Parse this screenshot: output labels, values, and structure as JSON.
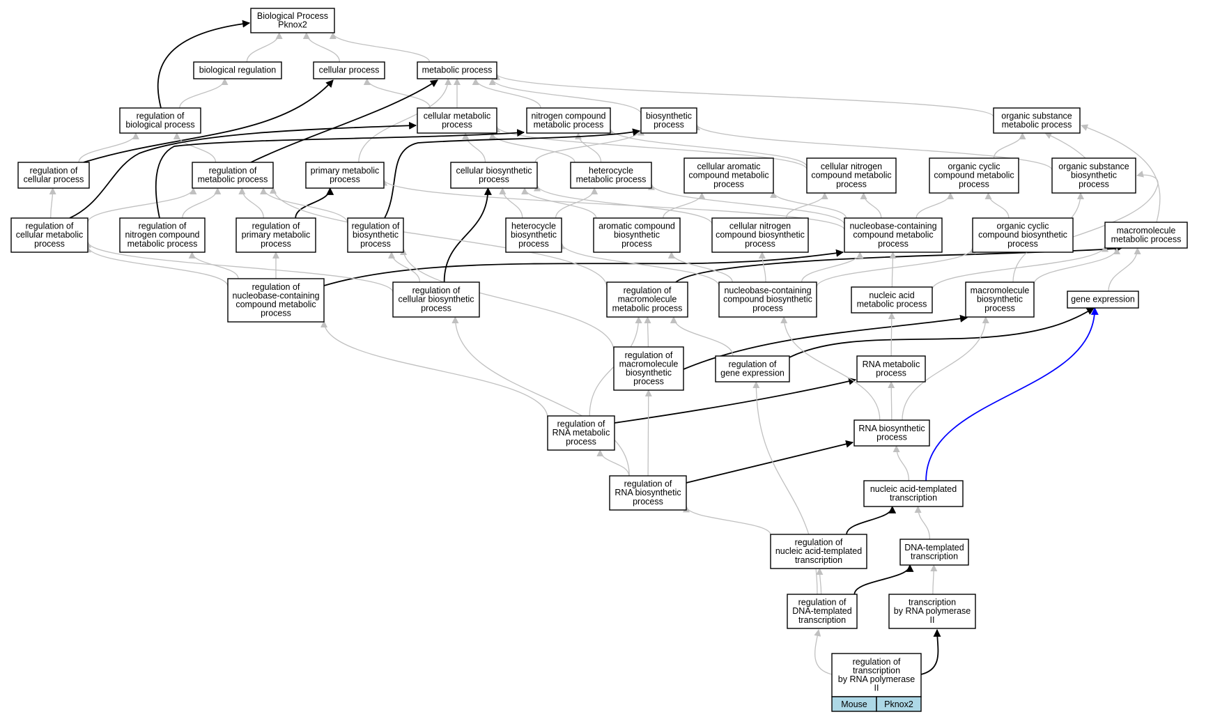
{
  "legend": {
    "species": "Mouse",
    "gene": "Pknox2",
    "fill": "#add8e6"
  },
  "colors": {
    "is_a": "#c0c0c0",
    "regulates": "#000000",
    "part_of": "#0000ff"
  },
  "nodes": [
    {
      "id": "n_bp",
      "lines": [
        "Biological Process",
        "Pknox2"
      ]
    },
    {
      "id": "n_breg",
      "lines": [
        "biological regulation"
      ]
    },
    {
      "id": "n_cp",
      "lines": [
        "cellular process"
      ]
    },
    {
      "id": "n_mp",
      "lines": [
        "metabolic process"
      ]
    },
    {
      "id": "n_rbp",
      "lines": [
        "regulation of",
        "biological process"
      ]
    },
    {
      "id": "n_cmp",
      "lines": [
        "cellular metabolic",
        "process"
      ]
    },
    {
      "id": "n_ncmp",
      "lines": [
        "nitrogen compound",
        "metabolic process"
      ]
    },
    {
      "id": "n_bsp",
      "lines": [
        "biosynthetic",
        "process"
      ]
    },
    {
      "id": "n_osmp",
      "lines": [
        "organic substance",
        "metabolic process"
      ]
    },
    {
      "id": "n_rcp",
      "lines": [
        "regulation of",
        "cellular process"
      ]
    },
    {
      "id": "n_rmp",
      "lines": [
        "regulation of",
        "metabolic process"
      ]
    },
    {
      "id": "n_pmp",
      "lines": [
        "primary metabolic",
        "process"
      ]
    },
    {
      "id": "n_cbp",
      "lines": [
        "cellular biosynthetic",
        "process"
      ]
    },
    {
      "id": "n_hmp",
      "lines": [
        "heterocycle",
        "metabolic process"
      ]
    },
    {
      "id": "n_camp",
      "lines": [
        "cellular aromatic",
        "compound metabolic",
        "process"
      ]
    },
    {
      "id": "n_cncmp",
      "lines": [
        "cellular nitrogen",
        "compound metabolic",
        "process"
      ]
    },
    {
      "id": "n_occmp",
      "lines": [
        "organic cyclic",
        "compound metabolic",
        "process"
      ]
    },
    {
      "id": "n_osbp",
      "lines": [
        "organic substance",
        "biosynthetic",
        "process"
      ]
    },
    {
      "id": "n_rcmp",
      "lines": [
        "regulation of",
        "cellular metabolic",
        "process"
      ]
    },
    {
      "id": "n_rncmp",
      "lines": [
        "regulation of",
        "nitrogen compound",
        "metabolic process"
      ]
    },
    {
      "id": "n_rpmp",
      "lines": [
        "regulation of",
        "primary metabolic",
        "process"
      ]
    },
    {
      "id": "n_rbsp",
      "lines": [
        "regulation of",
        "biosynthetic",
        "process"
      ]
    },
    {
      "id": "n_hbp",
      "lines": [
        "heterocycle",
        "biosynthetic",
        "process"
      ]
    },
    {
      "id": "n_acbp",
      "lines": [
        "aromatic compound",
        "biosynthetic",
        "process"
      ]
    },
    {
      "id": "n_cncbp",
      "lines": [
        "cellular nitrogen",
        "compound biosynthetic",
        "process"
      ]
    },
    {
      "id": "n_nbcmp",
      "lines": [
        "nucleobase-containing",
        "compound metabolic",
        "process"
      ]
    },
    {
      "id": "n_occbp",
      "lines": [
        "organic cyclic",
        "compound biosynthetic",
        "process"
      ]
    },
    {
      "id": "n_mmp",
      "lines": [
        "macromolecule",
        "metabolic process"
      ]
    },
    {
      "id": "n_rnbcmp",
      "lines": [
        "regulation of",
        "nucleobase-containing",
        "compound metabolic",
        "process"
      ]
    },
    {
      "id": "n_rcbp",
      "lines": [
        "regulation of",
        "cellular biosynthetic",
        "process"
      ]
    },
    {
      "id": "n_rmmp",
      "lines": [
        "regulation of",
        "macromolecule",
        "metabolic process"
      ]
    },
    {
      "id": "n_nbcbp",
      "lines": [
        "nucleobase-containing",
        "compound biosynthetic",
        "process"
      ]
    },
    {
      "id": "n_namp",
      "lines": [
        "nucleic acid",
        "metabolic process"
      ]
    },
    {
      "id": "n_mbp",
      "lines": [
        "macromolecule",
        "biosynthetic",
        "process"
      ]
    },
    {
      "id": "n_ge",
      "lines": [
        "gene expression"
      ]
    },
    {
      "id": "n_rmbp",
      "lines": [
        "regulation of",
        "macromolecule",
        "biosynthetic",
        "process"
      ]
    },
    {
      "id": "n_rge",
      "lines": [
        "regulation of",
        "gene expression"
      ]
    },
    {
      "id": "n_rnamp",
      "lines": [
        "RNA metabolic",
        "process"
      ]
    },
    {
      "id": "n_rrmp",
      "lines": [
        "regulation of",
        "RNA metabolic",
        "process"
      ]
    },
    {
      "id": "n_rnabp",
      "lines": [
        "RNA biosynthetic",
        "process"
      ]
    },
    {
      "id": "n_rrbp",
      "lines": [
        "regulation of",
        "RNA biosynthetic",
        "process"
      ]
    },
    {
      "id": "n_nat",
      "lines": [
        "nucleic acid-templated",
        "transcription"
      ]
    },
    {
      "id": "n_rnat",
      "lines": [
        "regulation of",
        "nucleic acid-templated",
        "transcription"
      ]
    },
    {
      "id": "n_dt",
      "lines": [
        "DNA-templated",
        "transcription"
      ]
    },
    {
      "id": "n_rdt",
      "lines": [
        "regulation of",
        "DNA-templated",
        "transcription"
      ]
    },
    {
      "id": "n_tp2",
      "lines": [
        "transcription",
        "by RNA polymerase",
        "II"
      ]
    },
    {
      "id": "n_rtp2",
      "lines": [
        "regulation of",
        "transcription",
        "by RNA polymerase",
        "II"
      ]
    }
  ],
  "edges": [
    {
      "from": "n_breg",
      "to": "n_bp",
      "type": "is_a"
    },
    {
      "from": "n_cp",
      "to": "n_bp",
      "type": "is_a"
    },
    {
      "from": "n_mp",
      "to": "n_bp",
      "type": "is_a"
    },
    {
      "from": "n_rbp",
      "to": "n_bp",
      "type": "regulates"
    },
    {
      "from": "n_rbp",
      "to": "n_breg",
      "type": "is_a"
    },
    {
      "from": "n_cmp",
      "to": "n_cp",
      "type": "is_a"
    },
    {
      "from": "n_cmp",
      "to": "n_mp",
      "type": "is_a"
    },
    {
      "from": "n_ncmp",
      "to": "n_mp",
      "type": "is_a"
    },
    {
      "from": "n_bsp",
      "to": "n_mp",
      "type": "is_a"
    },
    {
      "from": "n_osmp",
      "to": "n_mp",
      "type": "is_a"
    },
    {
      "from": "n_rcp",
      "to": "n_rbp",
      "type": "is_a"
    },
    {
      "from": "n_rcp",
      "to": "n_cp",
      "type": "regulates"
    },
    {
      "from": "n_rmp",
      "to": "n_rbp",
      "type": "is_a"
    },
    {
      "from": "n_rmp",
      "to": "n_mp",
      "type": "regulates"
    },
    {
      "from": "n_pmp",
      "to": "n_mp",
      "type": "is_a"
    },
    {
      "from": "n_cbp",
      "to": "n_cmp",
      "type": "is_a"
    },
    {
      "from": "n_cbp",
      "to": "n_bsp",
      "type": "is_a"
    },
    {
      "from": "n_hmp",
      "to": "n_cmp",
      "type": "is_a"
    },
    {
      "from": "n_hmp",
      "to": "n_ncmp",
      "type": "is_a"
    },
    {
      "from": "n_cncmp",
      "to": "n_cmp",
      "type": "is_a"
    },
    {
      "from": "n_cncmp",
      "to": "n_ncmp",
      "type": "is_a"
    },
    {
      "from": "n_osbp",
      "to": "n_bsp",
      "type": "is_a"
    },
    {
      "from": "n_osbp",
      "to": "n_osmp",
      "type": "is_a"
    },
    {
      "from": "n_occmp",
      "to": "n_osmp",
      "type": "is_a"
    },
    {
      "from": "n_rcmp",
      "to": "n_rcp",
      "type": "is_a"
    },
    {
      "from": "n_rcmp",
      "to": "n_rmp",
      "type": "is_a"
    },
    {
      "from": "n_rcmp",
      "to": "n_cmp",
      "type": "regulates"
    },
    {
      "from": "n_rncmp",
      "to": "n_rmp",
      "type": "is_a"
    },
    {
      "from": "n_rncmp",
      "to": "n_ncmp",
      "type": "regulates"
    },
    {
      "from": "n_rpmp",
      "to": "n_rmp",
      "type": "is_a"
    },
    {
      "from": "n_rpmp",
      "to": "n_pmp",
      "type": "regulates"
    },
    {
      "from": "n_rbsp",
      "to": "n_rmp",
      "type": "is_a"
    },
    {
      "from": "n_rbsp",
      "to": "n_bsp",
      "type": "regulates"
    },
    {
      "from": "n_hbp",
      "to": "n_cbp",
      "type": "is_a"
    },
    {
      "from": "n_hbp",
      "to": "n_hmp",
      "type": "is_a"
    },
    {
      "from": "n_acbp",
      "to": "n_cbp",
      "type": "is_a"
    },
    {
      "from": "n_acbp",
      "to": "n_camp",
      "type": "is_a"
    },
    {
      "from": "n_cncbp",
      "to": "n_cbp",
      "type": "is_a"
    },
    {
      "from": "n_cncbp",
      "to": "n_cncmp",
      "type": "is_a"
    },
    {
      "from": "n_nbcmp",
      "to": "n_pmp",
      "type": "is_a"
    },
    {
      "from": "n_nbcmp",
      "to": "n_hmp",
      "type": "is_a"
    },
    {
      "from": "n_nbcmp",
      "to": "n_camp",
      "type": "is_a"
    },
    {
      "from": "n_nbcmp",
      "to": "n_cncmp",
      "type": "is_a"
    },
    {
      "from": "n_nbcmp",
      "to": "n_occmp",
      "type": "is_a"
    },
    {
      "from": "n_occbp",
      "to": "n_occmp",
      "type": "is_a"
    },
    {
      "from": "n_occbp",
      "to": "n_osbp",
      "type": "is_a"
    },
    {
      "from": "n_mmp",
      "to": "n_osmp",
      "type": "is_a"
    },
    {
      "from": "n_rnbcmp",
      "to": "n_rcmp",
      "type": "is_a"
    },
    {
      "from": "n_rnbcmp",
      "to": "n_rpmp",
      "type": "is_a"
    },
    {
      "from": "n_rnbcmp",
      "to": "n_rncmp",
      "type": "is_a"
    },
    {
      "from": "n_rnbcmp",
      "to": "n_nbcmp",
      "type": "regulates"
    },
    {
      "from": "n_rcbp",
      "to": "n_rcmp",
      "type": "is_a"
    },
    {
      "from": "n_rcbp",
      "to": "n_rbsp",
      "type": "is_a"
    },
    {
      "from": "n_rcbp",
      "to": "n_cbp",
      "type": "regulates"
    },
    {
      "from": "n_rmmp",
      "to": "n_rmp",
      "type": "is_a"
    },
    {
      "from": "n_rmmp",
      "to": "n_mmp",
      "type": "regulates"
    },
    {
      "from": "n_nbcbp",
      "to": "n_hbp",
      "type": "is_a"
    },
    {
      "from": "n_nbcbp",
      "to": "n_acbp",
      "type": "is_a"
    },
    {
      "from": "n_nbcbp",
      "to": "n_cncbp",
      "type": "is_a"
    },
    {
      "from": "n_nbcbp",
      "to": "n_nbcmp",
      "type": "is_a"
    },
    {
      "from": "n_nbcbp",
      "to": "n_occbp",
      "type": "is_a"
    },
    {
      "from": "n_namp",
      "to": "n_nbcmp",
      "type": "is_a"
    },
    {
      "from": "n_namp",
      "to": "n_mmp",
      "type": "is_a"
    },
    {
      "from": "n_mbp",
      "to": "n_osbp",
      "type": "is_a"
    },
    {
      "from": "n_mbp",
      "to": "n_mmp",
      "type": "is_a"
    },
    {
      "from": "n_ge",
      "to": "n_mmp",
      "type": "is_a"
    },
    {
      "from": "n_rmbp",
      "to": "n_rbsp",
      "type": "is_a"
    },
    {
      "from": "n_rmbp",
      "to": "n_rmmp",
      "type": "is_a"
    },
    {
      "from": "n_rmbp",
      "to": "n_mbp",
      "type": "regulates"
    },
    {
      "from": "n_rge",
      "to": "n_rmmp",
      "type": "is_a"
    },
    {
      "from": "n_rge",
      "to": "n_ge",
      "type": "regulates"
    },
    {
      "from": "n_rnamp",
      "to": "n_namp",
      "type": "is_a"
    },
    {
      "from": "n_rrmp",
      "to": "n_rnbcmp",
      "type": "is_a"
    },
    {
      "from": "n_rrmp",
      "to": "n_rmmp",
      "type": "is_a"
    },
    {
      "from": "n_rrmp",
      "to": "n_rnamp",
      "type": "regulates"
    },
    {
      "from": "n_rnabp",
      "to": "n_nbcbp",
      "type": "is_a"
    },
    {
      "from": "n_rnabp",
      "to": "n_mbp",
      "type": "is_a"
    },
    {
      "from": "n_rnabp",
      "to": "n_rnamp",
      "type": "is_a"
    },
    {
      "from": "n_rrbp",
      "to": "n_rcbp",
      "type": "is_a"
    },
    {
      "from": "n_rrbp",
      "to": "n_rmbp",
      "type": "is_a"
    },
    {
      "from": "n_rrbp",
      "to": "n_rrmp",
      "type": "is_a"
    },
    {
      "from": "n_rrbp",
      "to": "n_rnabp",
      "type": "regulates"
    },
    {
      "from": "n_nat",
      "to": "n_rnabp",
      "type": "is_a"
    },
    {
      "from": "n_nat",
      "to": "n_ge",
      "type": "part_of"
    },
    {
      "from": "n_rnat",
      "to": "n_rrbp",
      "type": "is_a"
    },
    {
      "from": "n_rnat",
      "to": "n_nat",
      "type": "regulates"
    },
    {
      "from": "n_dt",
      "to": "n_nat",
      "type": "is_a"
    },
    {
      "from": "n_rdt",
      "to": "n_rnat",
      "type": "is_a"
    },
    {
      "from": "n_rdt",
      "to": "n_rge",
      "type": "is_a"
    },
    {
      "from": "n_rdt",
      "to": "n_dt",
      "type": "regulates"
    },
    {
      "from": "n_tp2",
      "to": "n_dt",
      "type": "is_a"
    },
    {
      "from": "n_rtp2",
      "to": "n_rdt",
      "type": "is_a"
    },
    {
      "from": "n_rtp2",
      "to": "n_tp2",
      "type": "regulates"
    }
  ]
}
